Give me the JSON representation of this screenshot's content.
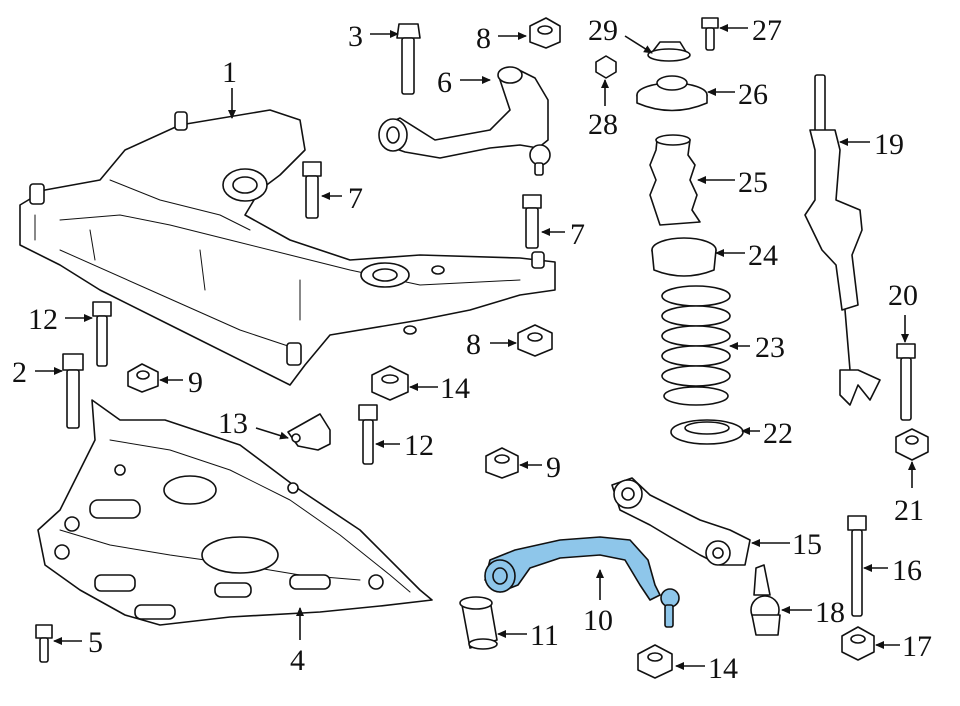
{
  "diagram": {
    "highlight_color": "#8ec6ea",
    "line_color": "#111111",
    "callouts": [
      {
        "id": "1",
        "label": "1"
      },
      {
        "id": "2",
        "label": "2"
      },
      {
        "id": "3",
        "label": "3"
      },
      {
        "id": "4",
        "label": "4"
      },
      {
        "id": "5",
        "label": "5"
      },
      {
        "id": "6",
        "label": "6"
      },
      {
        "id": "7a",
        "label": "7"
      },
      {
        "id": "7b",
        "label": "7"
      },
      {
        "id": "8a",
        "label": "8"
      },
      {
        "id": "8b",
        "label": "8"
      },
      {
        "id": "9a",
        "label": "9"
      },
      {
        "id": "9b",
        "label": "9"
      },
      {
        "id": "10",
        "label": "10"
      },
      {
        "id": "11",
        "label": "11"
      },
      {
        "id": "12a",
        "label": "12"
      },
      {
        "id": "12b",
        "label": "12"
      },
      {
        "id": "13",
        "label": "13"
      },
      {
        "id": "14a",
        "label": "14"
      },
      {
        "id": "14b",
        "label": "14"
      },
      {
        "id": "15",
        "label": "15"
      },
      {
        "id": "16",
        "label": "16"
      },
      {
        "id": "17",
        "label": "17"
      },
      {
        "id": "18",
        "label": "18"
      },
      {
        "id": "19",
        "label": "19"
      },
      {
        "id": "20",
        "label": "20"
      },
      {
        "id": "21",
        "label": "21"
      },
      {
        "id": "22",
        "label": "22"
      },
      {
        "id": "23",
        "label": "23"
      },
      {
        "id": "24",
        "label": "24"
      },
      {
        "id": "25",
        "label": "25"
      },
      {
        "id": "26",
        "label": "26"
      },
      {
        "id": "27",
        "label": "27"
      },
      {
        "id": "28",
        "label": "28"
      },
      {
        "id": "29",
        "label": "29"
      }
    ]
  }
}
